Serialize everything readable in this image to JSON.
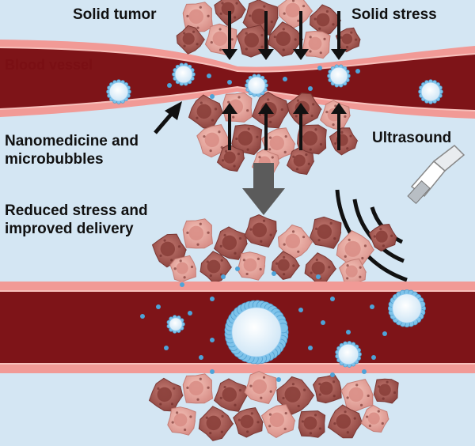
{
  "labels": {
    "solid_tumor": "Solid tumor",
    "solid_stress": "Solid stress",
    "blood_vessel": "Blood vessel",
    "nanomedicine_line1": "Nanomedicine and",
    "nanomedicine_line2": "microbubbles",
    "ultrasound": "Ultrasound",
    "reduced_line1": "Reduced stress and",
    "reduced_line2": "improved delivery"
  },
  "colors": {
    "background": "#d4e6f3",
    "vessel_wall": "#e8787a",
    "vessel_lumen": "#7e1418",
    "tumor_cell": "#a85a55",
    "tumor_cell_light": "#e3a79c",
    "microbubble": "#7ec3ea",
    "arrow": "#111111",
    "process_arrow": "#5b5b5b"
  }
}
